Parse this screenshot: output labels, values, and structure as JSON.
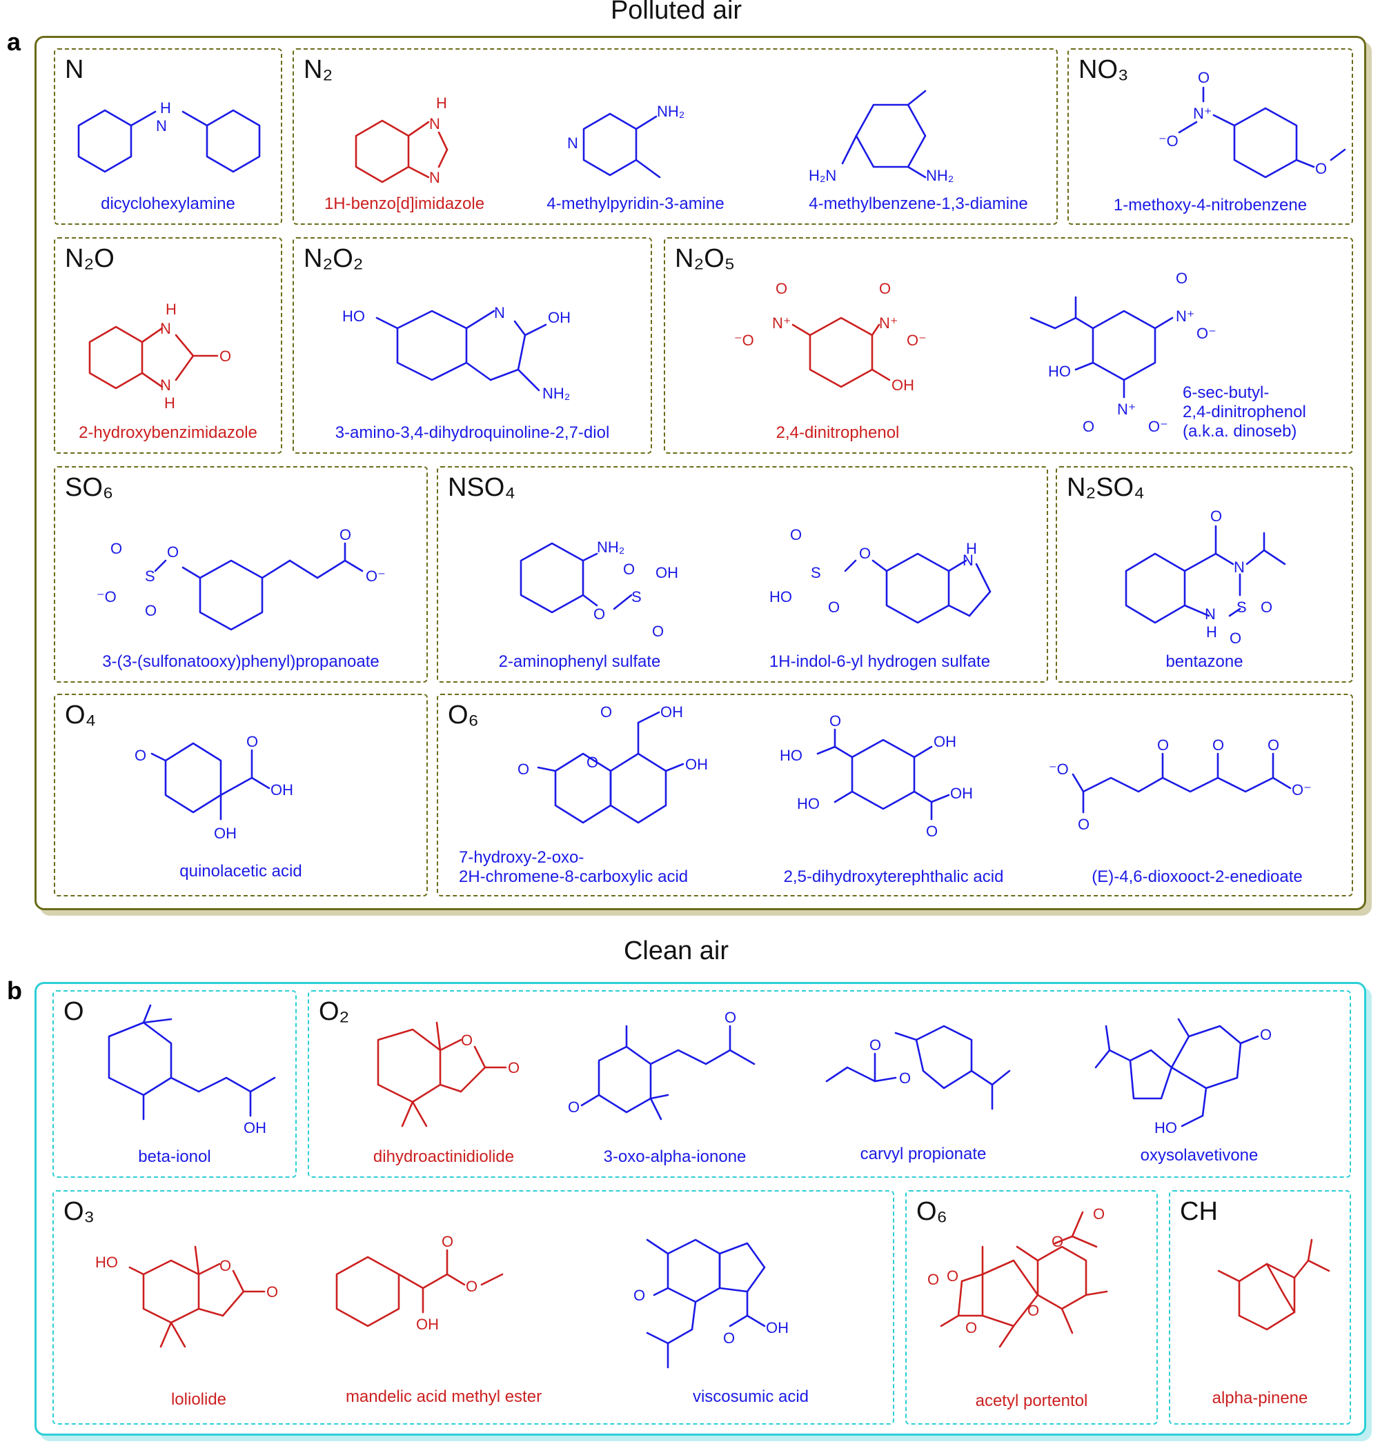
{
  "panel_a": {
    "title": "Polluted air",
    "letter": "a",
    "groups": [
      {
        "formula": "N",
        "compounds": [
          {
            "name": "dicyclohexylamine",
            "color": "blue"
          }
        ]
      },
      {
        "formula": "N₂",
        "compounds": [
          {
            "name": "1H-benzo[d]imidazole",
            "color": "red"
          },
          {
            "name": "4-methylpyridin-3-amine",
            "color": "blue"
          },
          {
            "name": "4-methylbenzene-1,3-diamine",
            "color": "blue"
          }
        ]
      },
      {
        "formula": "NO₃",
        "compounds": [
          {
            "name": "1-methoxy-4-nitrobenzene",
            "color": "blue"
          }
        ]
      },
      {
        "formula": "N₂O",
        "compounds": [
          {
            "name": "2-hydroxybenzimidazole",
            "color": "red"
          }
        ]
      },
      {
        "formula": "N₂O₂",
        "compounds": [
          {
            "name": "3-amino-3,4-dihydroquinoline-2,7-diol",
            "color": "blue"
          }
        ]
      },
      {
        "formula": "N₂O₅",
        "compounds": [
          {
            "name": "2,4-dinitrophenol",
            "color": "red"
          },
          {
            "name": "6-sec-butyl-",
            "color": "blue"
          },
          {
            "name": "2,4-dinitrophenol",
            "color": "blue"
          },
          {
            "name": "(a.k.a. dinoseb)",
            "color": "blue"
          }
        ]
      },
      {
        "formula": "SO₆",
        "compounds": [
          {
            "name": "3-(3-(sulfonatooxy)phenyl)propanoate",
            "color": "blue"
          }
        ]
      },
      {
        "formula": "NSO₄",
        "compounds": [
          {
            "name": "2-aminophenyl sulfate",
            "color": "blue"
          },
          {
            "name": "1H-indol-6-yl hydrogen sulfate",
            "color": "blue"
          }
        ]
      },
      {
        "formula": "N₂SO₄",
        "compounds": [
          {
            "name": "bentazone",
            "color": "blue"
          }
        ]
      },
      {
        "formula": "O₄",
        "compounds": [
          {
            "name": "quinolacetic acid",
            "color": "blue"
          }
        ]
      },
      {
        "formula": "O₆",
        "compounds": [
          {
            "name": "7-hydroxy-2-oxo-",
            "color": "blue"
          },
          {
            "name": "2H-chromene-8-carboxylic acid",
            "color": "blue"
          },
          {
            "name": "2,5-dihydroxyterephthalic acid",
            "color": "blue"
          },
          {
            "name": "(E)-4,6-dioxooct-2-enedioate",
            "color": "blue"
          }
        ]
      }
    ]
  },
  "panel_b": {
    "title": "Clean air",
    "letter": "b",
    "groups": [
      {
        "formula": "O",
        "compounds": [
          {
            "name": "beta-ionol",
            "color": "blue"
          }
        ]
      },
      {
        "formula": "O₂",
        "compounds": [
          {
            "name": "dihydroactinidiolide",
            "color": "red"
          },
          {
            "name": "3-oxo-alpha-ionone",
            "color": "blue"
          },
          {
            "name": "carvyl propionate",
            "color": "blue"
          },
          {
            "name": "oxysolavetivone",
            "color": "blue"
          }
        ]
      },
      {
        "formula": "O₃",
        "compounds": [
          {
            "name": "loliolide",
            "color": "red"
          },
          {
            "name": "mandelic acid methyl ester",
            "color": "red"
          },
          {
            "name": "viscosumic acid",
            "color": "blue"
          }
        ]
      },
      {
        "formula": "O₆",
        "compounds": [
          {
            "name": "acetyl portentol",
            "color": "red"
          }
        ]
      },
      {
        "formula": "CH",
        "compounds": [
          {
            "name": "alpha-pinene",
            "color": "red"
          }
        ]
      }
    ]
  },
  "atom_labels": {
    "NH": "NH",
    "N": "N",
    "H": "H",
    "NH2": "NH₂",
    "O": "O",
    "OH": "OH",
    "HO": "HO",
    "S": "S",
    "Nplus": "N⁺",
    "Ominus": "⁻O",
    "Ominus2": "O⁻",
    "H2N": "H₂N"
  },
  "colors": {
    "panel_a_border": "#6b6b1a",
    "panel_b_border": "#2ccfd6",
    "structure_blue": "#1a1ae6",
    "structure_red": "#cc1f1f"
  }
}
